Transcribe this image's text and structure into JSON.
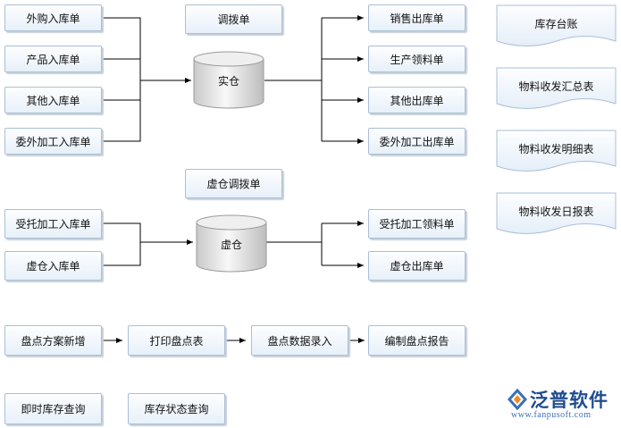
{
  "inbound": [
    "外购入库单",
    "产品入库单",
    "其他入库单",
    "委外加工入库单"
  ],
  "transfer": "调拨单",
  "real_wh": "实仓",
  "outbound": [
    "销售出库单",
    "生产领料单",
    "其他出库单",
    "委外加工出库单"
  ],
  "reports": [
    "库存台账",
    "物料收发汇总表",
    "物料收发明细表",
    "物料收发日报表"
  ],
  "virtual_transfer": "虚仓调拨单",
  "virtual_in": [
    "受托加工入库单",
    "虚仓入库单"
  ],
  "virtual_wh": "虚仓",
  "virtual_out": [
    "受托加工领料单",
    "虚仓出库单"
  ],
  "stocktake": [
    "盘点方案新增",
    "打印盘点表",
    "盘点数据录入",
    "编制盘点报告"
  ],
  "queries": [
    "即时库存查询",
    "库存状态查询"
  ],
  "logo": {
    "brand": "泛普软件",
    "url": "www.fanpusoft.com"
  },
  "colors": {
    "box_border": "#a9bfd6",
    "box_fill_top": "#fdfeff",
    "box_fill_bottom": "#e7f0f9",
    "line": "#000000",
    "brand": "#1f4c8e"
  }
}
